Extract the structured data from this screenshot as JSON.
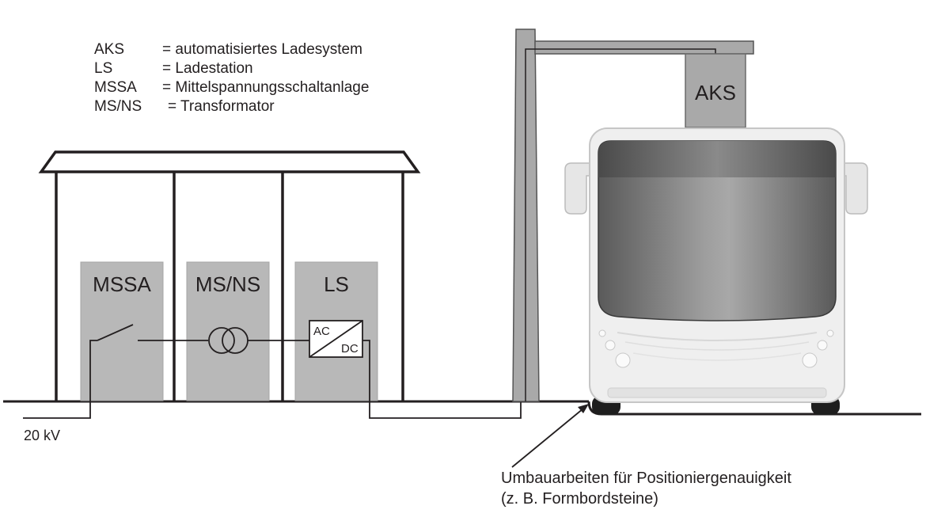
{
  "legend": [
    {
      "abbr": "AKS",
      "desc": "= automatisiertes Ladesystem"
    },
    {
      "abbr": "LS",
      "desc": "= Ladestation"
    },
    {
      "abbr": "MSSA",
      "desc": "= Mittelspannungsschaltanlage"
    },
    {
      "abbr": "MS/NS",
      "desc": "= Transformator"
    }
  ],
  "cabinets": {
    "mssa": "MSSA",
    "msns": "MS/NS",
    "ls": "LS"
  },
  "converter": {
    "ac": "AC",
    "dc": "DC"
  },
  "aks_label": "AKS",
  "grid_voltage": "20 kV",
  "annotation": {
    "line1": "Umbauarbeiten für Positioniergenauigkeit",
    "line2": "(z. B. Formbordsteine)"
  },
  "colors": {
    "line": "#231f20",
    "cabinet_fill": "#b8b8b8",
    "cabinet_stroke": "#9a9a9a",
    "bus_body": "#efefef",
    "windshield_dark": "#4a4a4a"
  }
}
